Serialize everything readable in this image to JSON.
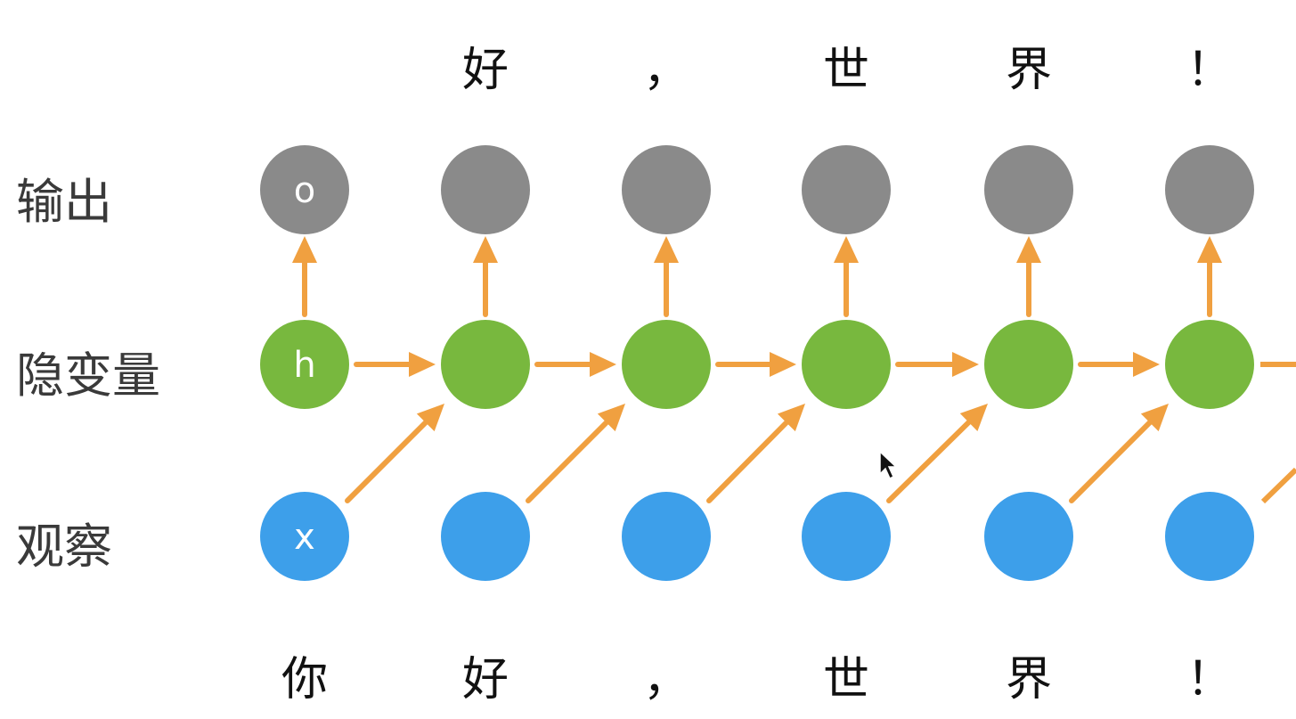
{
  "row_labels": {
    "output": "输出",
    "hidden": "隐变量",
    "observation": "观察"
  },
  "node_letters": {
    "output": "o",
    "hidden": "h",
    "observation": "x"
  },
  "output_tokens": [
    "好",
    "，",
    "世",
    "界",
    "！"
  ],
  "input_tokens": [
    "你",
    "好",
    "，",
    "世",
    "界",
    "！"
  ],
  "colors": {
    "output_node": "#8a8a8a",
    "hidden_node": "#78b83e",
    "observation_node": "#3d9fea",
    "arrow": "#f0a040"
  },
  "cursor_icon": "pointer-arrow-icon"
}
